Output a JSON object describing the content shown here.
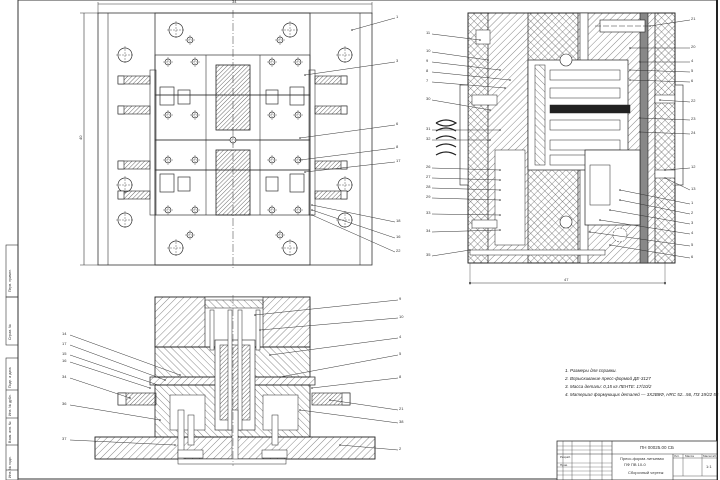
{
  "drawing": {
    "type": "Assembly drawing — injection mold",
    "views": [
      "top-view",
      "side-section",
      "front-section"
    ]
  },
  "dimensions": {
    "top_width": "34",
    "top_height": "40",
    "section_width": "47"
  },
  "top_view_labels": [
    "1",
    "3",
    "6",
    "8",
    "17",
    "18",
    "16",
    "22"
  ],
  "section_labels_right": [
    "21",
    "20",
    "4",
    "5",
    "6",
    "22",
    "23",
    "24",
    "12",
    "13",
    "1",
    "2",
    "3",
    "4",
    "5",
    "6"
  ],
  "section_labels_left": [
    "11",
    "10",
    "9",
    "8",
    "7",
    "30",
    "31",
    "32",
    "26",
    "27",
    "28",
    "29",
    "33",
    "34",
    "35"
  ],
  "front_labels_left": [
    "14",
    "17",
    "15",
    "16",
    "34",
    "36",
    "37"
  ],
  "front_labels_right": [
    "9",
    "10",
    "4",
    "5",
    "8",
    "21",
    "38",
    "2"
  ],
  "notes": [
    "1. Размеры для справки.",
    "2. Впрыскивание пресс-формой ДЕ-3127",
    "3. Масса детали: 0,15 кг     ЛЕНТЕ: 17/10/2",
    "4. Материал  формующих деталей — 3Х2В8Ф, НRC 52...56, ПЗ 19/22 55"
  ],
  "title_block": {
    "doc_number": "ПН 00025.00 СБ",
    "title_line1": "Пресс-форма литьевая",
    "title_line2": "ПФ ПВ 10-0",
    "subtitle": "Сборочный чертеж",
    "scale": "1:1",
    "mass": "",
    "sheet": "1",
    "headers": [
      "Лит.",
      "Масса",
      "Масштаб"
    ],
    "left_rows": [
      "Изм.",
      "Лист",
      "№ докум.",
      "Подп.",
      "Дата"
    ],
    "roles": [
      "Разраб.",
      "Пров.",
      "Т.контр.",
      "Н.контр.",
      "Утв."
    ]
  },
  "side_strip": [
    "Перв. примен.",
    "Справ. №",
    "Подп. и дата",
    "Инв. № дубл.",
    "Взам. инв. №",
    "Подп. и дата",
    "Инв. № подл."
  ]
}
